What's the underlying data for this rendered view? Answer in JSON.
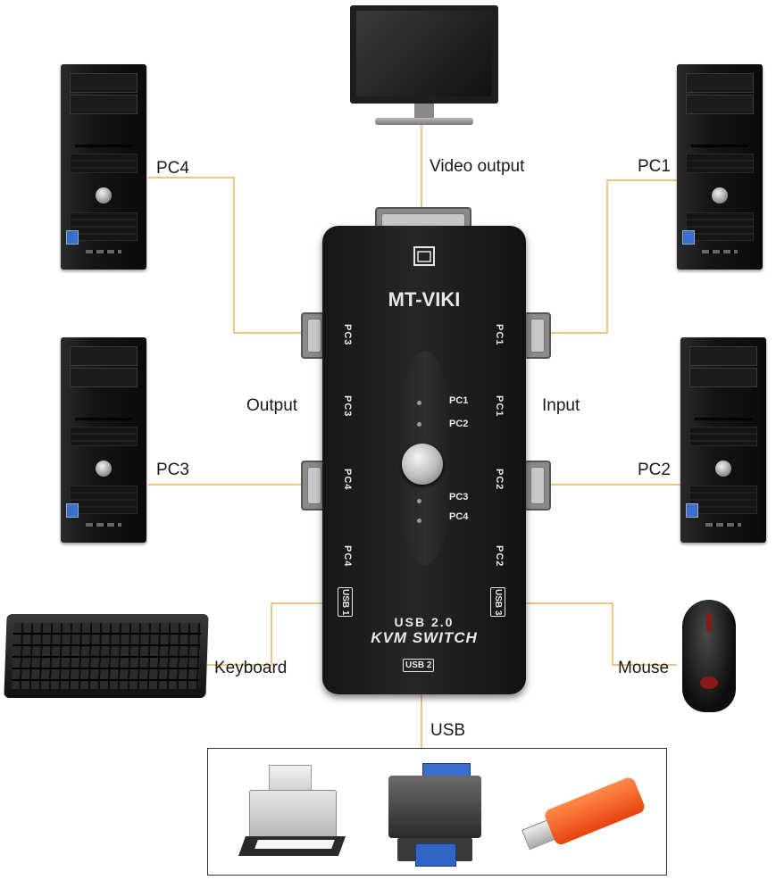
{
  "labels": {
    "video_output": "Video output",
    "pc1": "PC1",
    "pc2": "PC2",
    "pc3": "PC3",
    "pc4": "PC4",
    "output": "Output",
    "input": "Input",
    "keyboard": "Keyboard",
    "mouse": "Mouse",
    "usb": "USB"
  },
  "kvm": {
    "brand": "MT-VIKI",
    "model_line1": "USB 2.0",
    "model_line2": "KVM SWITCH",
    "left_ports": [
      "PC3",
      "PC3",
      "PC4",
      "PC4"
    ],
    "right_ports": [
      "PC1",
      "PC1",
      "PC2",
      "PC2"
    ],
    "leds": [
      "PC1",
      "PC2",
      "PC3",
      "PC4"
    ],
    "usb_ports": [
      "USB 1",
      "USB 2",
      "USB 3"
    ]
  },
  "colors": {
    "wire": "#e8a23a",
    "kvm_body": "#1b1b1b",
    "usb_drive": "#ff5a1c"
  }
}
